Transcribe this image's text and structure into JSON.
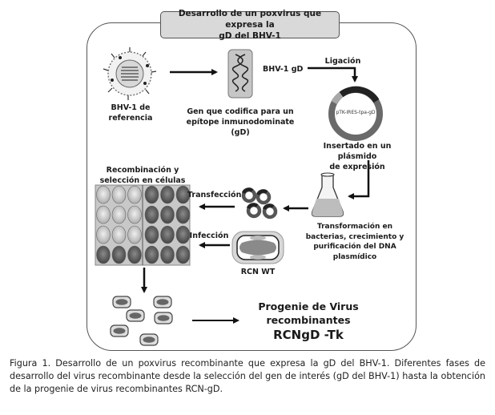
{
  "diagram": {
    "title_line1": "Desarrollo de un poxvirus que expresa la",
    "title_line2": "gD del BHV-1",
    "virus_label_line1": "BHV-1 de",
    "virus_label_line2": "referencia",
    "gene_label_line1": "Gen que codifica para un",
    "gene_label_line2": "epítope inmunodominate",
    "gene_label_line3": "(gD)",
    "gd_label": "BHV-1 gD",
    "ligation_label": "Ligación",
    "plasmid_name": "pTK-IRES-tpa-gD",
    "plasmid_label_line1": "Insertado en un plásmido",
    "plasmid_label_line2": "de expresión",
    "transformation_line1": "Transformación en",
    "transformation_line2": "bacterias, crecimiento y",
    "transformation_line3": "purificación del DNA",
    "transformation_line4": "plasmídico",
    "transfection_label": "Transfección",
    "infection_label": "Infección",
    "rcn_label": "RCN WT",
    "recombination_line1": "Recombinación y",
    "recombination_line2": "selección en células",
    "progeny_line1": "Progenie de Virus",
    "progeny_line2": "recombinantes",
    "progeny_line3": "RCNgD -Tk"
  },
  "caption": "Figura 1. Desarrollo de un poxvirus recombinante que expresa la gD del BHV-1. Diferentes fases de desarrollo del virus recombinante desde la selección del gen de interés (gD del BHV-1) hasta la obtención de la progenie de virus recombinantes RCN-gD."
}
